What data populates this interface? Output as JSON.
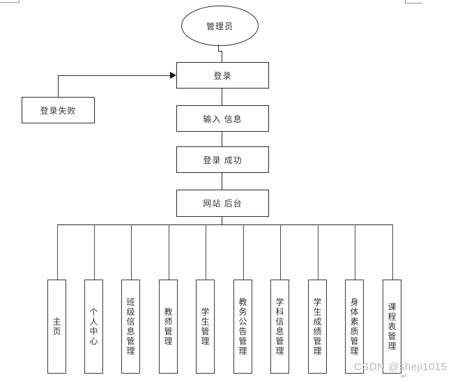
{
  "diagram": {
    "actor": "管理员",
    "flow": {
      "login": "登录",
      "input_info": "输入 信息",
      "login_success": "登录 成功",
      "site_backend": "网站 后台"
    },
    "fail": "登录失败",
    "modules": [
      "主页",
      "个人中心",
      "班级信息管理",
      "教师管理",
      "学生管理",
      "教务公告管理",
      "学科信息管理",
      "学生成绩管理",
      "身体素质管理",
      "课程表管理"
    ]
  },
  "watermark": {
    "text": "CSDN @sheji1015",
    "mark": "↵",
    "color": "#b4bbc6",
    "mark_color": "#9aa2ae"
  },
  "colors": {
    "line": "#2b2b2b",
    "box_fill": "#ffffff"
  }
}
